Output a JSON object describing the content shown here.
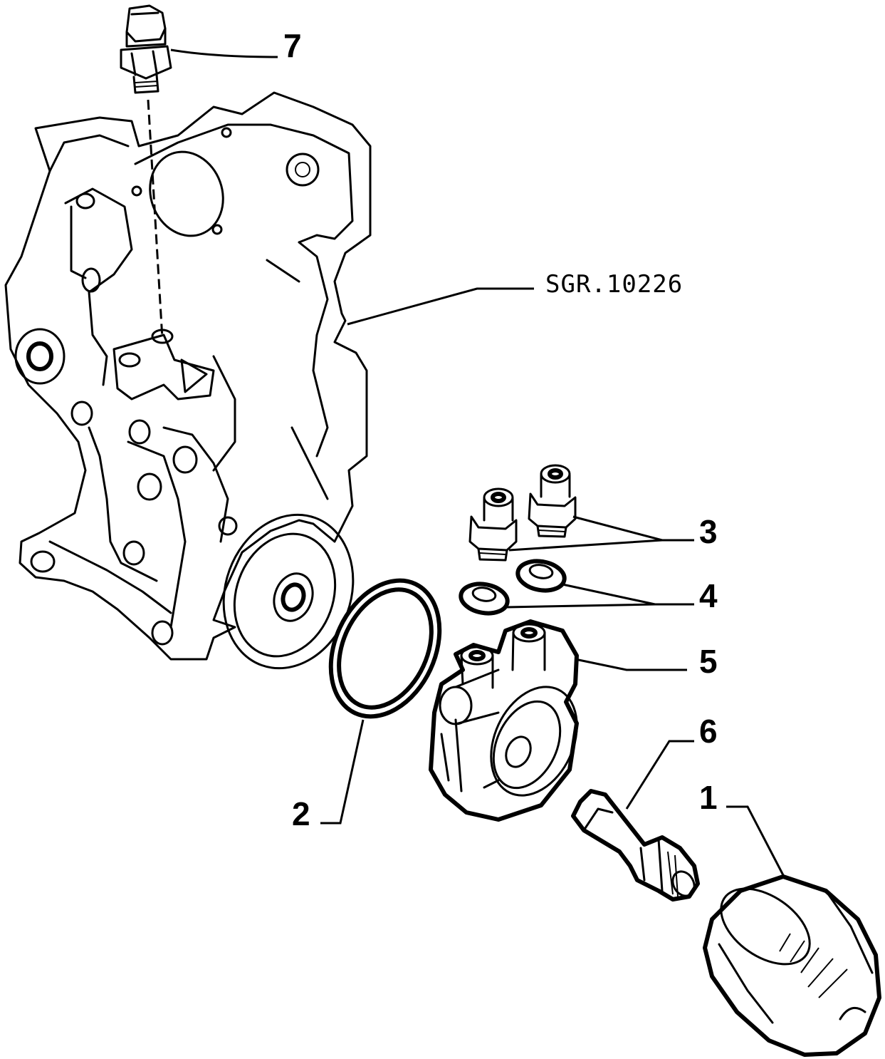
{
  "reference_code": "SGR.10226",
  "callouts": {
    "c1": "1",
    "c2": "2",
    "c3": "3",
    "c4": "4",
    "c5": "5",
    "c6": "6",
    "c7": "7"
  }
}
